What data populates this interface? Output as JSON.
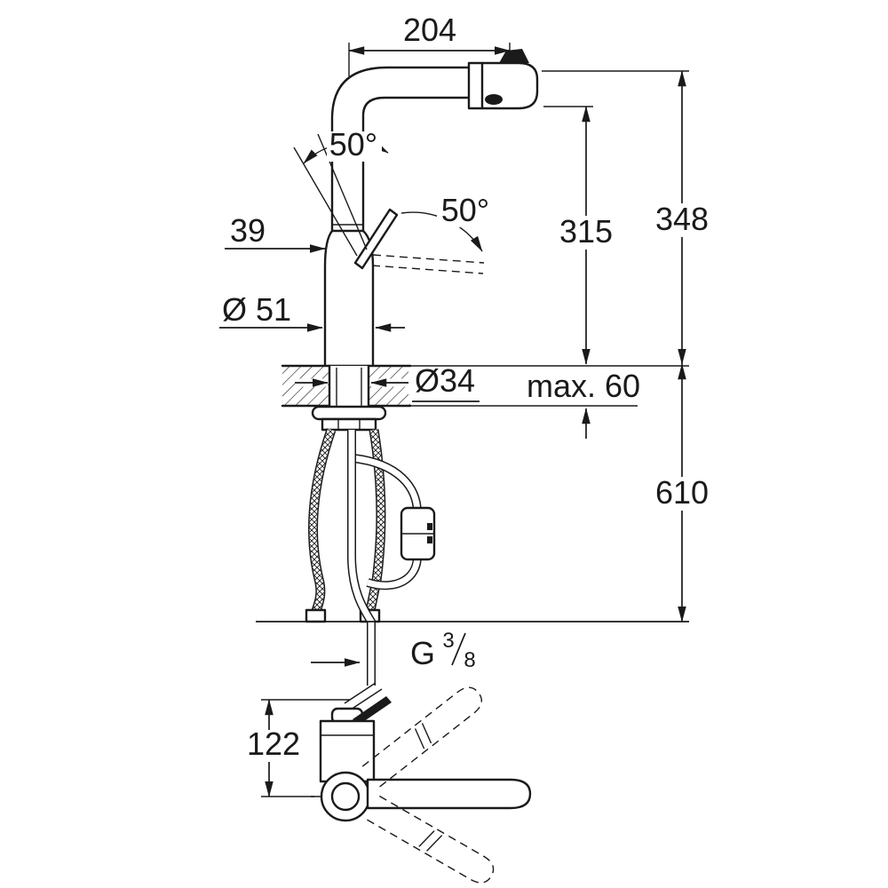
{
  "colors": {
    "ink": "#1a1a1a",
    "background": "#ffffff"
  },
  "labels": {
    "spout_reach": "204",
    "handle_angle": "50°",
    "spray_angle": "50°",
    "handle_depth": "39",
    "body_diameter": "Ø 51",
    "shank_diameter": "Ø34",
    "max_mounting_thickness": "max. 60",
    "height_below_spout": "315",
    "total_height": "348",
    "below_counter_length": "610",
    "thread_letter": "G",
    "thread_numerator": "3",
    "thread_denominator": "8",
    "side_view_height": "122"
  }
}
